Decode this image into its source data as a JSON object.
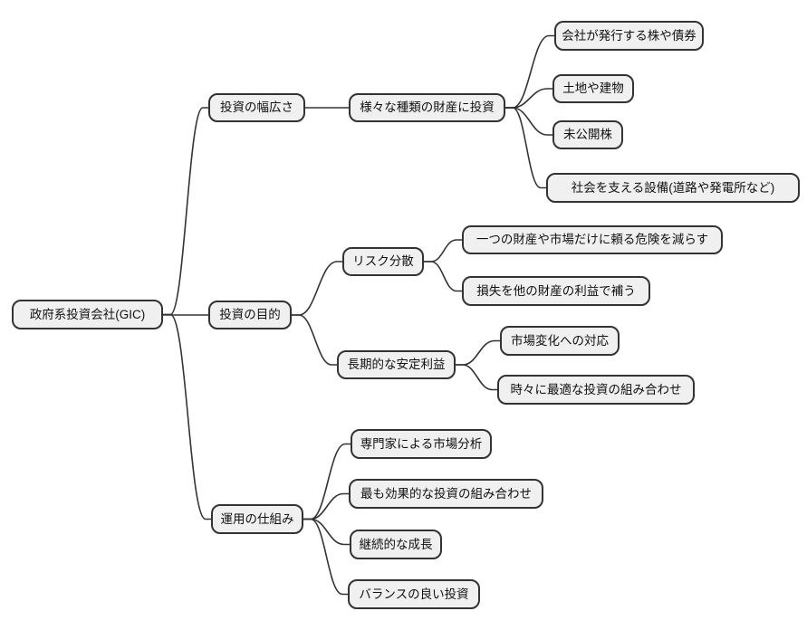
{
  "mindmap": {
    "root": {
      "label": "政府系投資会社(GIC)",
      "children": [
        {
          "label": "投資の幅広さ",
          "children": [
            {
              "label": "様々な種類の財産に投資",
              "children": [
                {
                  "label": "会社が発行する株や債券"
                },
                {
                  "label": "土地や建物"
                },
                {
                  "label": "未公開株"
                },
                {
                  "label": "社会を支える設備(道路や発電所など)"
                }
              ]
            }
          ]
        },
        {
          "label": "投資の目的",
          "children": [
            {
              "label": "リスク分散",
              "children": [
                {
                  "label": "一つの財産や市場だけに頼る危険を減らす"
                },
                {
                  "label": "損失を他の財産の利益で補う"
                }
              ]
            },
            {
              "label": "長期的な安定利益",
              "children": [
                {
                  "label": "市場変化への対応"
                },
                {
                  "label": "時々に最適な投資の組み合わせ"
                }
              ]
            }
          ]
        },
        {
          "label": "運用の仕組み",
          "children": [
            {
              "label": "専門家による市場分析"
            },
            {
              "label": "最も効果的な投資の組み合わせ"
            },
            {
              "label": "継続的な成長"
            },
            {
              "label": "バランスの良い投資"
            }
          ]
        }
      ]
    },
    "colors": {
      "node_fill": "#f0f0f0",
      "node_border": "#333333",
      "edge": "#333333",
      "background": "#ffffff",
      "text": "#111111"
    }
  }
}
